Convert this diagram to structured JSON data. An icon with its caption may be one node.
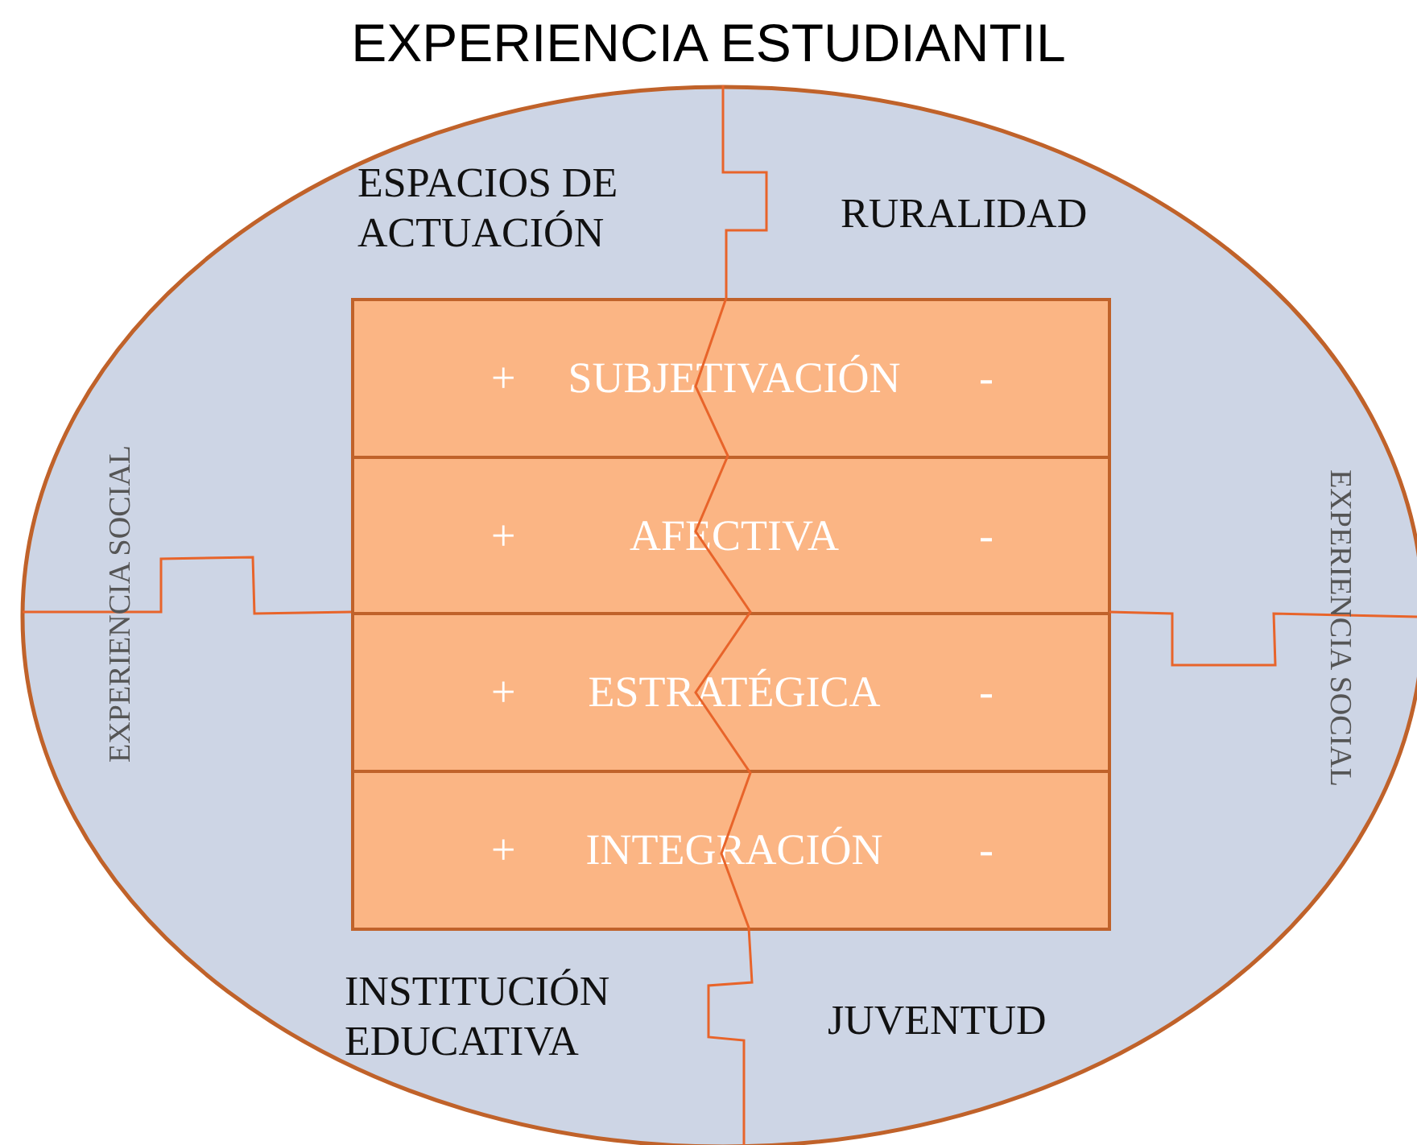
{
  "diagram": {
    "title": "EXPERIENCIA ESTUDIANTIL",
    "nodes": [
      {
        "text": [],
        "shape": "ellipse"
      },
      {
        "text": [
          "+",
          "SUBJETIVACIÓN",
          "-"
        ],
        "in": 0
      },
      {
        "text": [
          "+",
          "AFECTIVA",
          "-"
        ],
        "in": 0
      },
      {
        "text": [
          "+",
          "ESTRATÉGICA",
          "-"
        ],
        "in": 0
      },
      {
        "text": [
          "+",
          "INTEGRACIÓN",
          "-"
        ],
        "in": 0
      }
    ],
    "labels": [
      "ESPACIOS DE ACTUACIÓN",
      "RURALIDAD",
      "EXPERIENCIA SOCIAL",
      "EXPERIENCIA SOCIAL",
      "INSTITUCIÓN EDUCATIVA",
      "JUVENTUD"
    ]
  }
}
